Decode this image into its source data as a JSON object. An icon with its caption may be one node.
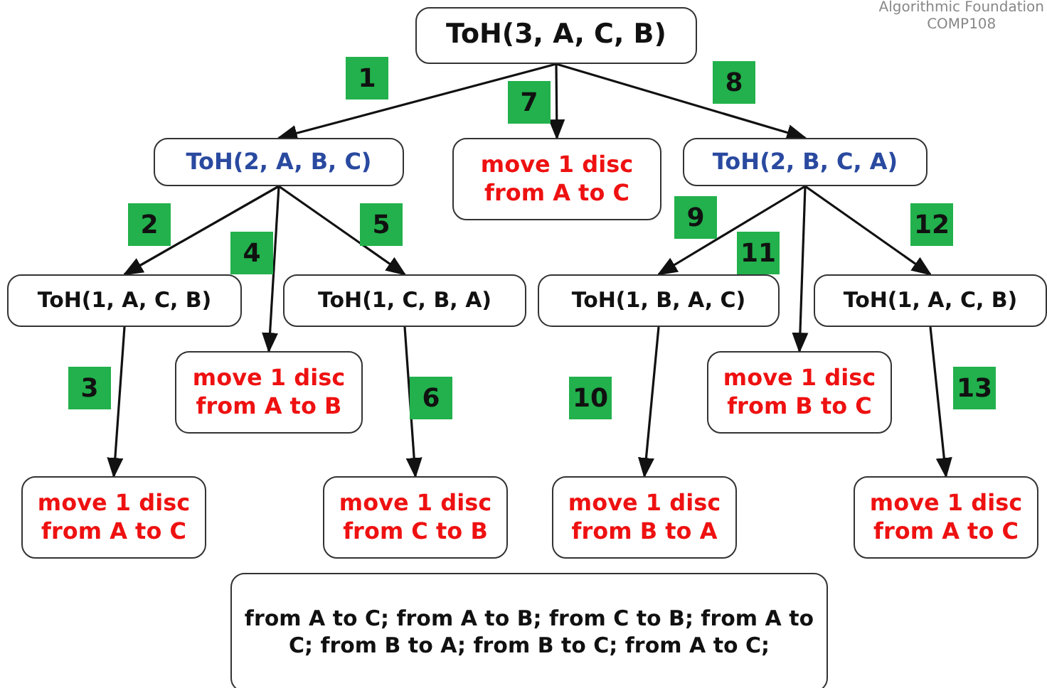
{
  "diagram": {
    "nodes": [
      {
        "text": [
          "ToH(3, A, C, B)"
        ]
      },
      {
        "text": [
          "ToH(2, A, B, C)"
        ]
      },
      {
        "text": [
          "move 1 disc from A to C"
        ]
      },
      {
        "text": [
          "ToH(2, B, C, A)"
        ]
      },
      {
        "text": [
          "ToH(1, A, C, B)"
        ]
      },
      {
        "text": [
          "ToH(1, C, B, A)"
        ]
      },
      {
        "text": [
          "ToH(1, B, A, C)"
        ]
      },
      {
        "text": [
          "ToH(1, A, C, B)"
        ]
      },
      {
        "text": [
          "move 1 disc from A to C"
        ]
      },
      {
        "text": [
          "move 1 disc from A to B"
        ]
      },
      {
        "text": [
          "move 1 disc from C to B"
        ]
      },
      {
        "text": [
          "move 1 disc from B to A"
        ]
      },
      {
        "text": [
          "move 1 disc from B to C"
        ]
      },
      {
        "text": [
          "move 1 disc from A to C"
        ]
      },
      {
        "text": [
          "from A to C; from A to B; from C to B; from A to C; from B to A; from B to C; from A to C;"
        ]
      }
    ],
    "edges": [
      {
        "from": 0,
        "to": 1,
        "arrow": "to"
      },
      {
        "from": 0,
        "to": 2,
        "arrow": "to"
      },
      {
        "from": 0,
        "to": 3,
        "arrow": "to"
      },
      {
        "from": 1,
        "to": 4,
        "arrow": "to"
      },
      {
        "from": 1,
        "to": 9,
        "arrow": "to"
      },
      {
        "from": 1,
        "to": 5,
        "arrow": "to"
      },
      {
        "from": 3,
        "to": 6,
        "arrow": "to"
      },
      {
        "from": 3,
        "to": 12,
        "arrow": "to"
      },
      {
        "from": 3,
        "to": 7,
        "arrow": "to"
      },
      {
        "from": 4,
        "to": 8,
        "arrow": "to"
      },
      {
        "from": 5,
        "to": 10,
        "arrow": "to"
      },
      {
        "from": 6,
        "to": 11,
        "arrow": "to"
      },
      {
        "from": 7,
        "to": 13,
        "arrow": "to"
      }
    ],
    "labels": [
      "Algorithmic Foundation",
      "COMP108",
      "1",
      "8",
      "7",
      "2",
      "5",
      "9",
      "12",
      "4",
      "11",
      "3",
      "6",
      "10",
      "13"
    ]
  }
}
